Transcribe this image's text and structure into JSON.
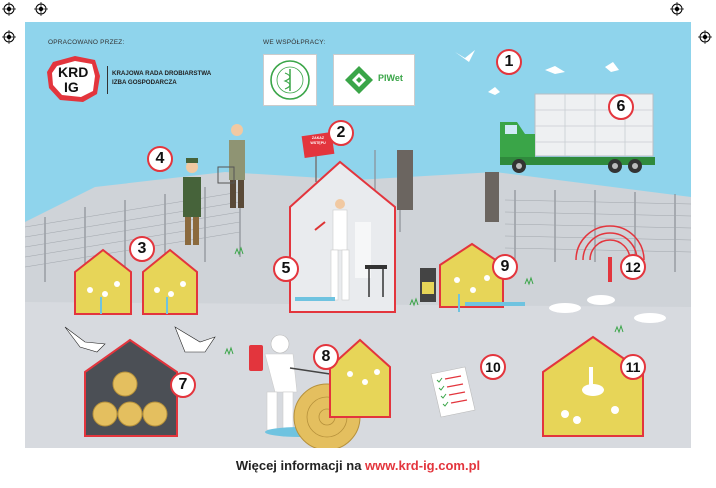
{
  "header": {
    "prepared_by_label": "OPRACOWANO PRZEZ:",
    "cooperation_label": "WE WSPÓŁPRACY:",
    "logo_top": "KRD",
    "logo_bottom": "IG",
    "org_name_line1": "KRAJOWA RADA DROBIARSTWA",
    "org_name_line2": "IZBA GOSPODARCZA",
    "piwet_label": "PIWet"
  },
  "badges": [
    "1",
    "2",
    "3",
    "4",
    "5",
    "6",
    "7",
    "8",
    "9",
    "10",
    "11",
    "12"
  ],
  "sign": {
    "line1": "ZAKAZ",
    "line2": "WSTĘPU"
  },
  "checklist": [
    "",
    "",
    "",
    ""
  ],
  "footer": {
    "text": "Więcej informacji na ",
    "url": "www.krd-ig.com.pl"
  },
  "colors": {
    "sky": "#8fd4ec",
    "ground": "#cfd3d8",
    "accent": "#e3353d",
    "barn": "#e7d558",
    "truck": "#3aa548"
  }
}
